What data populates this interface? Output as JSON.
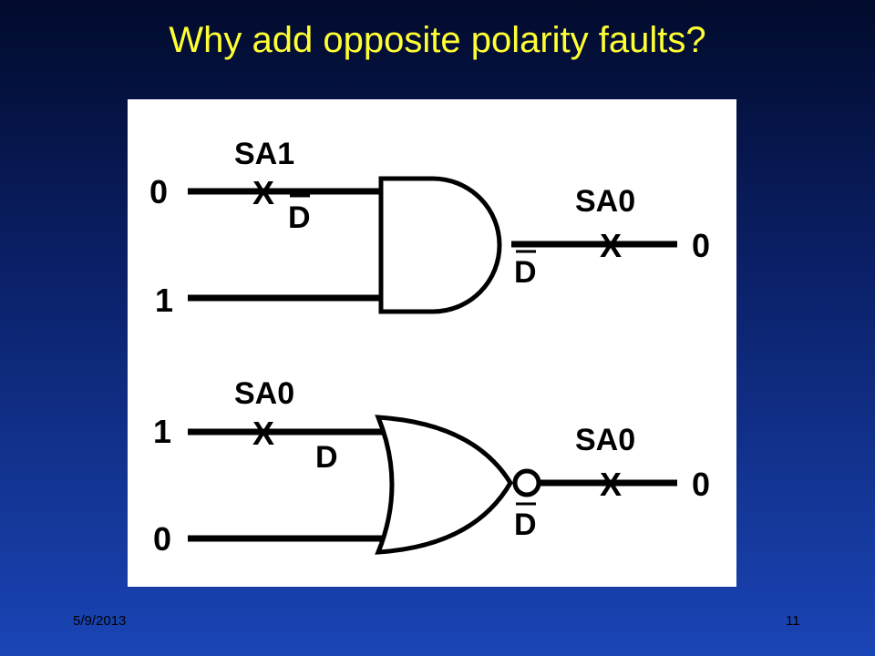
{
  "slide": {
    "title": "Why add opposite polarity faults?",
    "footer_date": "5/9/2013",
    "page_number": "11"
  },
  "and_circuit": {
    "input_a_value": "0",
    "input_b_value": "1",
    "input_fault": "SA1",
    "input_fault_marker": "X",
    "input_effect": "D",
    "input_effect_complemented": true,
    "output_fault": "SA0",
    "output_fault_marker": "X",
    "output_effect": "D",
    "output_effect_complemented": true,
    "output_value": "0"
  },
  "nor_circuit": {
    "input_a_value": "1",
    "input_b_value": "0",
    "input_fault": "SA0",
    "input_fault_marker": "X",
    "input_effect": "D",
    "input_effect_complemented": false,
    "output_fault": "SA0",
    "output_fault_marker": "X",
    "output_effect": "D",
    "output_effect_complemented": true,
    "output_value": "0"
  }
}
